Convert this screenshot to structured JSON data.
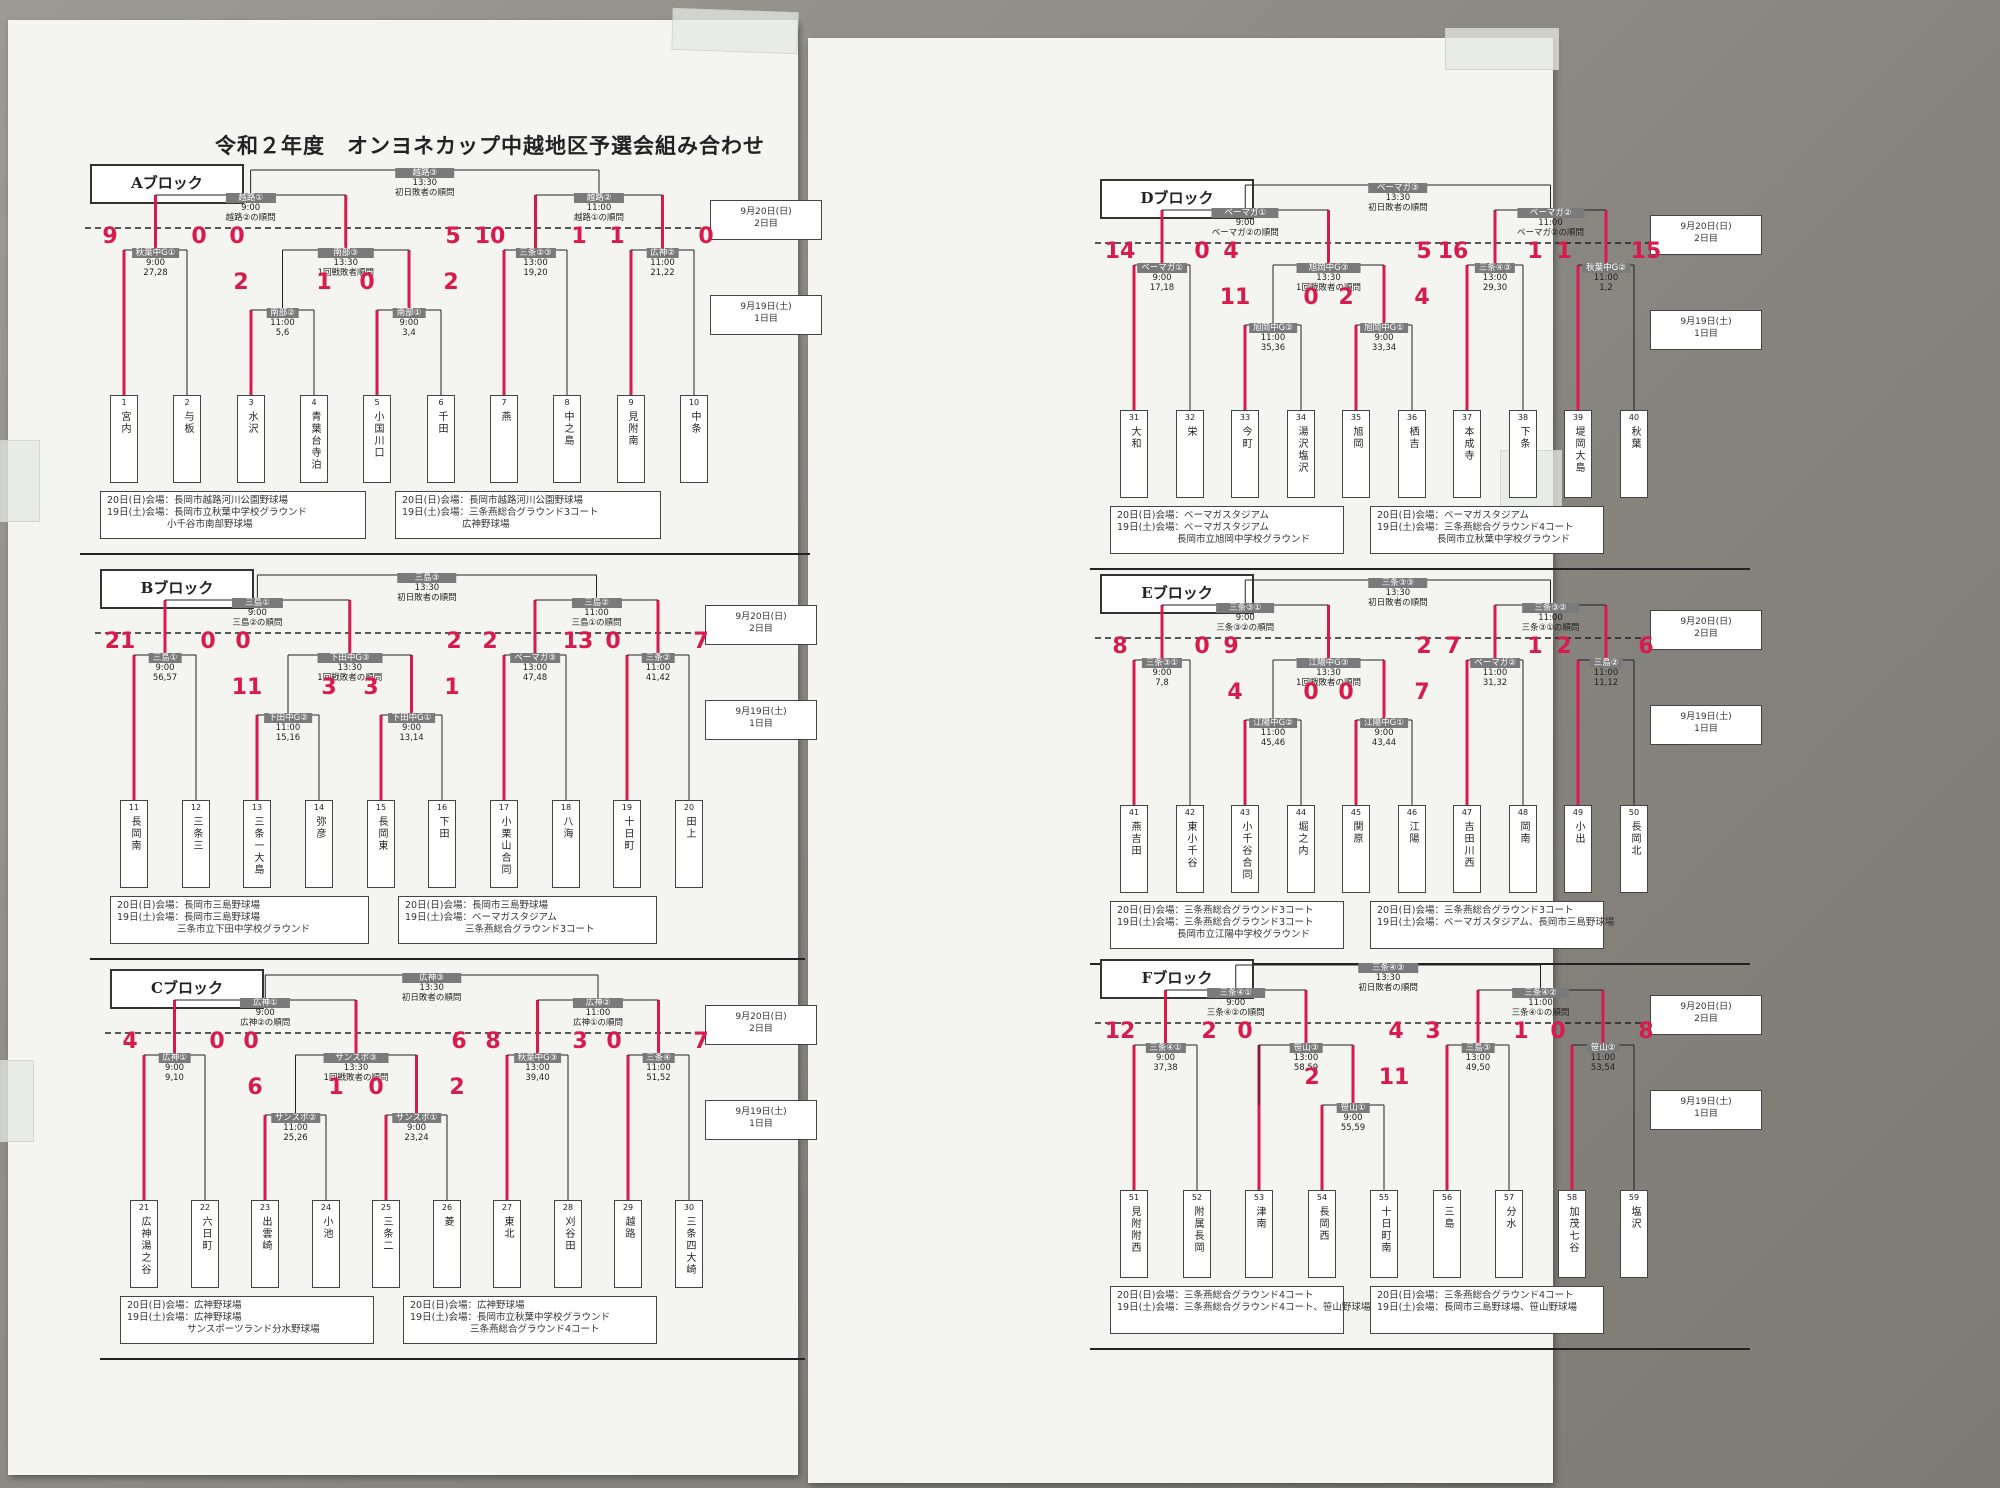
{
  "poster": {
    "title": "令和２年度　オンヨネカップ中越地区予選会組み合わせ"
  },
  "colors": {
    "accent_red": "#d81b4c",
    "header_gray": "#7a7a7a"
  },
  "blocks": [
    {
      "id": "A",
      "label": "Aブロック",
      "dates": [
        {
          "date": "9月20日(日)",
          "day": "2日目"
        },
        {
          "date": "9月19日(土)",
          "day": "1日目"
        }
      ],
      "top_match": {
        "name": "越路③",
        "time": "13:30",
        "desc": "初日敗者の順問"
      },
      "second_round": [
        {
          "name": "越路①",
          "time": "9:00",
          "desc": "越路②の順問"
        },
        {
          "name": "越路②",
          "time": "11:00",
          "desc": "越路①の順問"
        }
      ],
      "first_round": [
        {
          "name": "秋葉中G①",
          "time": "9:00",
          "desc": "27,28"
        },
        {
          "name": "南部③",
          "time": "13:30",
          "desc": "1回戦敗者順問"
        },
        {
          "name": "三条②③",
          "time": "13:00",
          "desc": "19,20"
        },
        {
          "name": "広神②",
          "time": "11:00",
          "desc": "21,22"
        }
      ],
      "sub_round": [
        {
          "name": "南部②",
          "time": "11:00",
          "desc": "5,6"
        },
        {
          "name": "南部①",
          "time": "9:00",
          "desc": "3,4"
        }
      ],
      "teams": [
        {
          "no": "1",
          "name": "宮内"
        },
        {
          "no": "2",
          "name": "与板"
        },
        {
          "no": "3",
          "name": "水沢"
        },
        {
          "no": "4",
          "name": "青葉台寺泊"
        },
        {
          "no": "5",
          "name": "小国川口"
        },
        {
          "no": "6",
          "name": "千田"
        },
        {
          "no": "7",
          "name": "燕"
        },
        {
          "no": "8",
          "name": "中之島"
        },
        {
          "no": "9",
          "name": "見附南"
        },
        {
          "no": "10",
          "name": "中条"
        }
      ],
      "scores": [
        "9",
        "0",
        "0",
        "5",
        "2",
        "1",
        "0",
        "2",
        "10",
        "1",
        "1",
        "0"
      ],
      "notes": [
        [
          "20日(日)会場：長岡市越路河川公園野球場",
          "19日(土)会場：長岡市立秋葉中学校グラウンド",
          "小千谷市南部野球場"
        ],
        [
          "20日(日)会場：長岡市越路河川公園野球場",
          "19日(土)会場：三条燕総合グラウンド3コート",
          "広神野球場"
        ]
      ]
    },
    {
      "id": "B",
      "label": "Bブロック",
      "dates": [
        {
          "date": "9月20日(日)",
          "day": "2日目"
        },
        {
          "date": "9月19日(土)",
          "day": "1日目"
        }
      ],
      "top_match": {
        "name": "三島③",
        "time": "13:30",
        "desc": "初日敗者の順問"
      },
      "second_round": [
        {
          "name": "三島①",
          "time": "9:00",
          "desc": "三島②の順問"
        },
        {
          "name": "三島②",
          "time": "11:00",
          "desc": "三島①の順問"
        }
      ],
      "first_round": [
        {
          "name": "三島①",
          "time": "9:00",
          "desc": "56,57"
        },
        {
          "name": "下田中G③",
          "time": "13:30",
          "desc": "1回戦敗者の順問"
        },
        {
          "name": "ベーマガ③",
          "time": "13:00",
          "desc": "47,48"
        },
        {
          "name": "三条②",
          "time": "11:00",
          "desc": "41,42"
        }
      ],
      "sub_round": [
        {
          "name": "下田中G②",
          "time": "11:00",
          "desc": "15,16"
        },
        {
          "name": "下田中G①",
          "time": "9:00",
          "desc": "13,14"
        }
      ],
      "teams": [
        {
          "no": "11",
          "name": "長岡南"
        },
        {
          "no": "12",
          "name": "三条三"
        },
        {
          "no": "13",
          "name": "三条一大島"
        },
        {
          "no": "14",
          "name": "弥彦"
        },
        {
          "no": "15",
          "name": "長岡東"
        },
        {
          "no": "16",
          "name": "下田"
        },
        {
          "no": "17",
          "name": "小栗山合同"
        },
        {
          "no": "18",
          "name": "八海"
        },
        {
          "no": "19",
          "name": "十日町"
        },
        {
          "no": "20",
          "name": "田上"
        }
      ],
      "scores": [
        "21",
        "0",
        "0",
        "2",
        "11",
        "3",
        "3",
        "1",
        "2",
        "13",
        "0",
        "7"
      ],
      "notes": [
        [
          "20日(日)会場：長岡市三島野球場",
          "19日(土)会場：長岡市三島野球場",
          "三条市立下田中学校グラウンド"
        ],
        [
          "20日(日)会場：長岡市三島野球場",
          "19日(土)会場：ベーマガスタジアム",
          "三条燕総合グラウンド3コート"
        ]
      ]
    },
    {
      "id": "C",
      "label": "Cブロック",
      "dates": [
        {
          "date": "9月20日(日)",
          "day": "2日目"
        },
        {
          "date": "9月19日(土)",
          "day": "1日目"
        }
      ],
      "top_match": {
        "name": "広神③",
        "time": "13:30",
        "desc": "初日敗者の順問"
      },
      "second_round": [
        {
          "name": "広神①",
          "time": "9:00",
          "desc": "広神②の順問"
        },
        {
          "name": "広神②",
          "time": "11:00",
          "desc": "広神①の順問"
        }
      ],
      "first_round": [
        {
          "name": "広神①",
          "time": "9:00",
          "desc": "9,10"
        },
        {
          "name": "サンスポ③",
          "time": "13:30",
          "desc": "1回戦敗者の順問"
        },
        {
          "name": "秋葉中G③",
          "time": "13:00",
          "desc": "39,40"
        },
        {
          "name": "三条④",
          "time": "11:00",
          "desc": "51,52"
        }
      ],
      "sub_round": [
        {
          "name": "サンスポ②",
          "time": "11:00",
          "desc": "25,26"
        },
        {
          "name": "サンスポ①",
          "time": "9:00",
          "desc": "23,24"
        }
      ],
      "teams": [
        {
          "no": "21",
          "name": "広神湯之谷"
        },
        {
          "no": "22",
          "name": "六日町"
        },
        {
          "no": "23",
          "name": "出雲崎"
        },
        {
          "no": "24",
          "name": "小池"
        },
        {
          "no": "25",
          "name": "三条二"
        },
        {
          "no": "26",
          "name": "菱"
        },
        {
          "no": "27",
          "name": "東北"
        },
        {
          "no": "28",
          "name": "刈谷田"
        },
        {
          "no": "29",
          "name": "越路"
        },
        {
          "no": "30",
          "name": "三条四大崎"
        }
      ],
      "scores": [
        "4",
        "0",
        "0",
        "6",
        "6",
        "1",
        "0",
        "2",
        "8",
        "3",
        "0",
        "7"
      ],
      "notes": [
        [
          "20日(日)会場：広神野球場",
          "19日(土)会場：広神野球場",
          "サンスポーツランド分水野球場"
        ],
        [
          "20日(日)会場：広神野球場",
          "19日(土)会場：長岡市立秋葉中学校グラウンド",
          "三条燕総合グラウンド4コート"
        ]
      ]
    },
    {
      "id": "D",
      "label": "Dブロック",
      "dates": [
        {
          "date": "9月20日(日)",
          "day": "2日目"
        },
        {
          "date": "9月19日(土)",
          "day": "1日目"
        }
      ],
      "top_match": {
        "name": "ベーマガ③",
        "time": "13:30",
        "desc": "初日敗者の順問"
      },
      "second_round": [
        {
          "name": "ベーマガ①",
          "time": "9:00",
          "desc": "ベーマガ②の順問"
        },
        {
          "name": "ベーマガ②",
          "time": "11:00",
          "desc": "ベーマガ②の順問"
        }
      ],
      "first_round": [
        {
          "name": "ベーマガ①",
          "time": "9:00",
          "desc": "17,18"
        },
        {
          "name": "旭岡中G③",
          "time": "13:30",
          "desc": "1回戦敗者の順問"
        },
        {
          "name": "三条④③",
          "time": "13:00",
          "desc": "29,30"
        },
        {
          "name": "秋葉中G②",
          "time": "11:00",
          "desc": "1,2"
        }
      ],
      "sub_round": [
        {
          "name": "旭岡中G②",
          "time": "11:00",
          "desc": "35,36"
        },
        {
          "name": "旭岡中G①",
          "time": "9:00",
          "desc": "33,34"
        }
      ],
      "teams": [
        {
          "no": "31",
          "name": "大和"
        },
        {
          "no": "32",
          "name": "栄"
        },
        {
          "no": "33",
          "name": "今町"
        },
        {
          "no": "34",
          "name": "湯沢塩沢"
        },
        {
          "no": "35",
          "name": "旭岡"
        },
        {
          "no": "36",
          "name": "栖吉"
        },
        {
          "no": "37",
          "name": "本成寺"
        },
        {
          "no": "38",
          "name": "下条"
        },
        {
          "no": "39",
          "name": "堤岡大島"
        },
        {
          "no": "40",
          "name": "秋葉"
        }
      ],
      "scores": [
        "14",
        "0",
        "4",
        "5",
        "11",
        "0",
        "2",
        "4",
        "16",
        "1",
        "1",
        "15"
      ],
      "notes": [
        [
          "20日(日)会場：ベーマガスタジアム",
          "19日(土)会場：ベーマガスタジアム",
          "長岡市立旭岡中学校グラウンド"
        ],
        [
          "20日(日)会場：ベーマガスタジアム",
          "19日(土)会場：三条燕総合グラウンド4コート",
          "長岡市立秋葉中学校グラウンド"
        ]
      ]
    },
    {
      "id": "E",
      "label": "Eブロック",
      "dates": [
        {
          "date": "9月20日(日)",
          "day": "2日目"
        },
        {
          "date": "9月19日(土)",
          "day": "1日目"
        }
      ],
      "top_match": {
        "name": "三条③③",
        "time": "13:30",
        "desc": "初日敗者の順問"
      },
      "second_round": [
        {
          "name": "三条③①",
          "time": "9:00",
          "desc": "三条③②の順問"
        },
        {
          "name": "三条③②",
          "time": "11:00",
          "desc": "三条③①の順問"
        }
      ],
      "first_round": [
        {
          "name": "三条③①",
          "time": "9:00",
          "desc": "7,8"
        },
        {
          "name": "江陽中G③",
          "time": "13:30",
          "desc": "1回戦敗者の順問"
        },
        {
          "name": "ベーマガ②",
          "time": "11:00",
          "desc": "31,32"
        },
        {
          "name": "三島②",
          "time": "11:00",
          "desc": "11,12"
        }
      ],
      "sub_round": [
        {
          "name": "江陽中G②",
          "time": "11:00",
          "desc": "45,46"
        },
        {
          "name": "江陽中G①",
          "time": "9:00",
          "desc": "43,44"
        }
      ],
      "teams": [
        {
          "no": "41",
          "name": "燕吉田"
        },
        {
          "no": "42",
          "name": "東小千谷"
        },
        {
          "no": "43",
          "name": "小千谷合同"
        },
        {
          "no": "44",
          "name": "堀之内"
        },
        {
          "no": "45",
          "name": "関原"
        },
        {
          "no": "46",
          "name": "江陽"
        },
        {
          "no": "47",
          "name": "吉田川西"
        },
        {
          "no": "48",
          "name": "岡南"
        },
        {
          "no": "49",
          "name": "小出"
        },
        {
          "no": "50",
          "name": "長岡北"
        }
      ],
      "scores": [
        "8",
        "0",
        "9",
        "2",
        "4",
        "0",
        "0",
        "7",
        "7",
        "1",
        "2",
        "6"
      ],
      "notes": [
        [
          "20日(日)会場：三条燕総合グラウンド3コート",
          "19日(土)会場：三条燕総合グラウンド3コート",
          "長岡市立江陽中学校グラウンド"
        ],
        [
          "20日(日)会場：三条燕総合グラウンド3コート",
          "19日(土)会場：ベーマガスタジアム、長岡市三島野球場"
        ]
      ]
    },
    {
      "id": "F",
      "label": "Fブロック",
      "dates": [
        {
          "date": "9月20日(日)",
          "day": "2日目"
        },
        {
          "date": "9月19日(土)",
          "day": "1日目"
        }
      ],
      "top_match": {
        "name": "三条④③",
        "time": "13:30",
        "desc": "初日敗者の順問"
      },
      "second_round": [
        {
          "name": "三条④①",
          "time": "9:00",
          "desc": "三条④②の順問"
        },
        {
          "name": "三条④②",
          "time": "11:00",
          "desc": "三条④①の順問"
        }
      ],
      "first_round": [
        {
          "name": "三条④①",
          "time": "9:00",
          "desc": "37,38"
        },
        {
          "name": "笹山③",
          "time": "13:00",
          "desc": "58,59"
        },
        {
          "name": "三島③",
          "time": "13:00",
          "desc": "49,50"
        },
        {
          "name": "笹山②",
          "time": "11:00",
          "desc": "53,54"
        }
      ],
      "sub_round": [
        {
          "name": "笹山①",
          "time": "9:00",
          "desc": "55,59"
        }
      ],
      "teams": [
        {
          "no": "51",
          "name": "見附附西"
        },
        {
          "no": "52",
          "name": "附属長岡"
        },
        {
          "no": "53",
          "name": "津南"
        },
        {
          "no": "54",
          "name": "長岡西"
        },
        {
          "no": "55",
          "name": "十日町南"
        },
        {
          "no": "56",
          "name": "三島"
        },
        {
          "no": "57",
          "name": "分水"
        },
        {
          "no": "58",
          "name": "加茂七谷"
        },
        {
          "no": "59",
          "name": "塩沢"
        }
      ],
      "scores": [
        "12",
        "2",
        "0",
        "4",
        "2",
        "11",
        "3",
        "1",
        "0",
        "8"
      ],
      "notes": [
        [
          "20日(日)会場：三条燕総合グラウンド4コート",
          "19日(土)会場：三条燕総合グラウンド4コート、笹山野球場"
        ],
        [
          "20日(日)会場：三条燕総合グラウンド4コート",
          "19日(土)会場：長岡市三島野球場、笹山野球場"
        ]
      ]
    }
  ]
}
